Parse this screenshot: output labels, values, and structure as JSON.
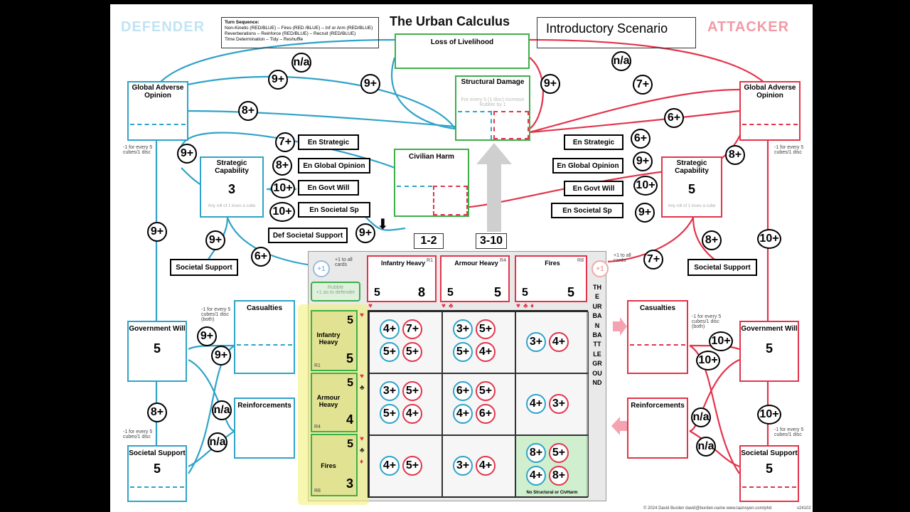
{
  "title": "The Urban Calculus",
  "scenario": "Introductory Scenario",
  "defender_label": "DEFENDER",
  "attacker_label": "ATTACKER",
  "turn_sequence": {
    "heading": "Turn Sequence:",
    "lines": [
      "Non-Kinetic (RED/BLUE) – Fires (RED /BLUE) – Inf or Arm (RED/BLUE)",
      "Reverberations – Reinforce (RED/BLUE) – Recruit (RED/BLUE)",
      "Time Determination – Tidy – Reshuffle"
    ]
  },
  "center": {
    "loss_of_livelihood": "Loss of Livelihood",
    "structural_damage": "Structural Damage",
    "structural_note": "For every 5 (1 disc) increase Rubble by 1",
    "civilian_harm": "Civilian Harm",
    "arrow_1": "1-2",
    "arrow_2": "3-10",
    "def_societal_support": "Def Societal Support",
    "rubble": "Rubble",
    "rubble_note": "+1 as to defender",
    "plus_one": "+1",
    "plus_all_note": "+1 to all cards"
  },
  "defender": {
    "global_adverse": "Global Adverse Opinion",
    "strategic_cap": "Strategic Capability",
    "strategic_value": "3",
    "strategic_note": "Any roll of 1 loses a cube",
    "societal_support": "Societal Support",
    "government_will": "Government Will",
    "government_value": "5",
    "casualties": "Casualties",
    "casualties_note": "-1 for every 5 cubes/1 disc (both)",
    "reinforcements": "Reinforcements",
    "societal_support2": "Societal Support",
    "societal_value": "5",
    "minus_note": "-1 for every 5 cubes/1 disc",
    "minus_note2": "-1 for every 5 cubes/1 disc",
    "targets": [
      "En Strategic",
      "En Global Opinion",
      "En Govt Will",
      "En Societal Sp"
    ],
    "target_rolls": [
      "7+",
      "8+",
      "10+",
      "10+"
    ]
  },
  "attacker": {
    "global_adverse": "Global Adverse Opinion",
    "strategic_cap": "Strategic Capability",
    "strategic_value": "5",
    "strategic_note": "Any roll of 1 loses a cube",
    "societal_support": "Societal Support",
    "government_will": "Government Will",
    "government_value": "5",
    "casualties": "Casualties",
    "casualties_note": "-1 for every 5 cubes/1 disc (both)",
    "reinforcements": "Reinforcements",
    "societal_support2": "Societal Support",
    "societal_value": "5",
    "minus_note": "-1 for every 5 cubes/1 disc",
    "minus_note2": "-1 for every 5 cubes/1 disc",
    "targets": [
      "En Strategic",
      "En Global Opinion",
      "En Govt Will",
      "En Societal Sp"
    ],
    "target_rolls": [
      "6+",
      "9+",
      "10+",
      "9+"
    ]
  },
  "rolls": {
    "d_na": "n/a",
    "d_9a": "9+",
    "d_9b": "9+",
    "d_8": "8+",
    "d_9c": "9+",
    "d_9d": "9+",
    "d_9e": "9+",
    "d_6": "6+",
    "d_9f": "9+",
    "d_9g": "9+",
    "d_9h": "9+",
    "d_8b": "8+",
    "d_naa": "n/a",
    "d_nab": "n/a",
    "def_ss": "9+",
    "a_na": "n/a",
    "a_7": "7+",
    "a_9": "9+",
    "a_6": "6+",
    "a_8": "8+",
    "a_10": "10+",
    "a_8b": "8+",
    "a_7b": "7+",
    "a_10b": "10+",
    "a_10c": "10+",
    "a_10d": "10+",
    "a_naa": "n/a",
    "a_nab": "n/a"
  },
  "attacker_cards": [
    {
      "name": "Infantry Heavy",
      "code": "R1",
      "a": "5",
      "b": "8"
    },
    {
      "name": "Armour Heavy",
      "code": "R4",
      "a": "5",
      "b": "5"
    },
    {
      "name": "Fires",
      "code": "R8",
      "a": "5",
      "b": "5"
    }
  ],
  "defender_cards": [
    {
      "name": "Infantry Heavy",
      "code": "R1",
      "a": "5",
      "b": "5"
    },
    {
      "name": "Armour Heavy",
      "code": "R4",
      "a": "5",
      "b": "4"
    },
    {
      "name": "Fires",
      "code": "R8",
      "a": "5",
      "b": "3"
    }
  ],
  "grid": [
    [
      [
        "4+",
        "7+",
        "5+",
        "5+"
      ],
      [
        "3+",
        "5+",
        "5+",
        "4+"
      ],
      [
        "3+",
        "4+"
      ]
    ],
    [
      [
        "3+",
        "5+",
        "5+",
        "4+"
      ],
      [
        "6+",
        "5+",
        "4+",
        "6+"
      ],
      [
        "4+",
        "3+"
      ]
    ],
    [
      [
        "4+",
        "5+"
      ],
      [
        "3+",
        "4+"
      ],
      [
        "8+",
        "5+",
        "4+",
        "8+"
      ]
    ]
  ],
  "grid_note": "No Structural or CivHarm",
  "battleground": "THE URBAN BATTLEGROUND",
  "suits": {
    "heart": "♥",
    "club": "♣",
    "diamond": "♦"
  },
  "footer": "© 2024 David Burden david@burden.name   www.taunoyen.com/phd",
  "version": "v24102",
  "colors": {
    "blue": "#2fa3c9",
    "red": "#e3344b",
    "green": "#3fae49"
  }
}
